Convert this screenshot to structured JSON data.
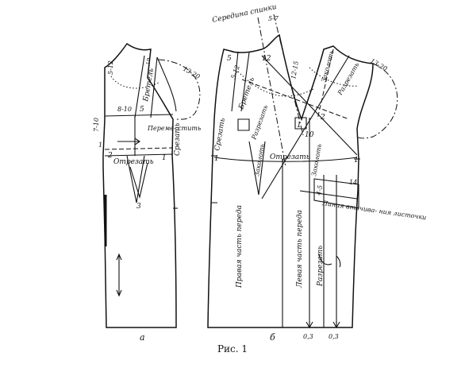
{
  "caption": "Рис. 1",
  "panel_a": {
    "letter": "а",
    "labels": {
      "m512": "5-12",
      "n5_top": "5",
      "bretel": "Бретель",
      "n1320": "13-20",
      "n810": "8-10",
      "n5_mid": "5",
      "n710": "7-10",
      "n1_left": "1",
      "peremestit": "Переме-\nстить",
      "otrezat": "Отрезать",
      "n2": "2",
      "n3": "3",
      "srezat": "Срезать",
      "n1_right": "1"
    }
  },
  "panel_b": {
    "letter": "б",
    "labels": {
      "seredina": "Середина спинки",
      "n57": "5-7",
      "n5": "5",
      "n12_left": "5-12",
      "n12": "12",
      "n1215": "12-15",
      "zakolot_a": "Заколоть",
      "razrezat_top": "Разрезать",
      "n1320": "13-20",
      "bretel": "Бретель",
      "srezat": "Срезать",
      "razrezat_left": "Разрезать",
      "zakolot_left": "Заколоть",
      "n10": "10",
      "n1": "1",
      "n2": "2",
      "n1_left": "1",
      "otrezat": "Отрезать",
      "zakolot_right": "Заколоть",
      "n1_right": "1",
      "n14": "14",
      "n45": "4-5",
      "liniya": "Линия втачива-\nния листочки",
      "pravaya": "Правая часть переда",
      "levaya": "Левая часть переда",
      "razrezat_bottom": "Разрезать",
      "n03_a": "0,3",
      "n03_b": "0,3"
    }
  }
}
